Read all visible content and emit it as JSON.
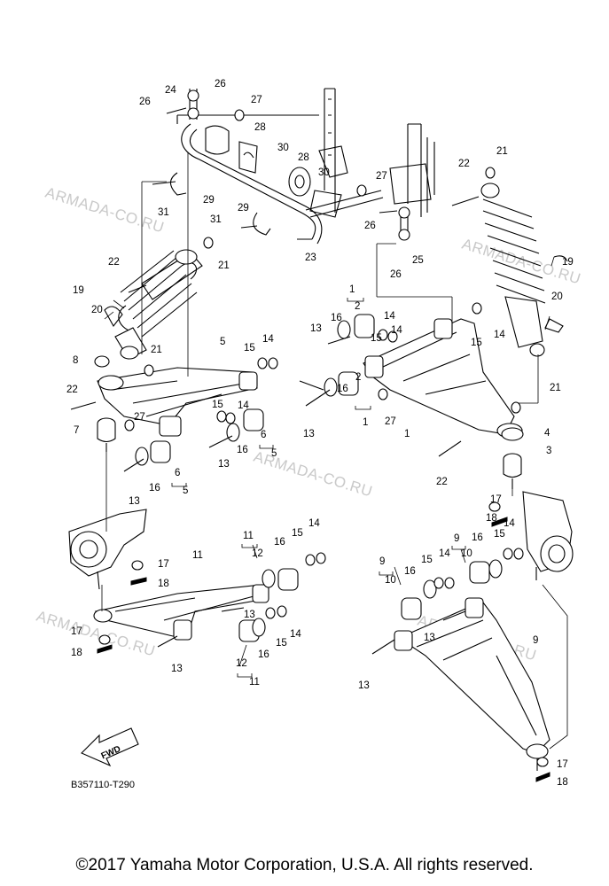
{
  "diagram": {
    "reference_code": "B357110-T290",
    "fwd_label": "FWD",
    "watermark_text": "ARMADA-CO.RU",
    "copyright": "©2017 Yamaha Motor Corporation, U.S.A. All rights reserved."
  },
  "callouts": [
    {
      "id": "c1",
      "text": "26"
    },
    {
      "id": "c2",
      "text": "24"
    },
    {
      "id": "c3",
      "text": "26"
    },
    {
      "id": "c4",
      "text": "27"
    },
    {
      "id": "c5",
      "text": "28"
    },
    {
      "id": "c6",
      "text": "30"
    },
    {
      "id": "c7",
      "text": "28"
    },
    {
      "id": "c8",
      "text": "30"
    },
    {
      "id": "c9",
      "text": "27"
    },
    {
      "id": "c10",
      "text": "29"
    },
    {
      "id": "c11",
      "text": "31"
    },
    {
      "id": "c12",
      "text": "29"
    },
    {
      "id": "c13",
      "text": "31"
    },
    {
      "id": "c14",
      "text": "26"
    },
    {
      "id": "c15",
      "text": "23"
    },
    {
      "id": "c16",
      "text": "25"
    },
    {
      "id": "c17",
      "text": "26"
    },
    {
      "id": "c18",
      "text": "21"
    },
    {
      "id": "c19",
      "text": "22"
    },
    {
      "id": "c20",
      "text": "21"
    },
    {
      "id": "c21",
      "text": "22"
    },
    {
      "id": "c22",
      "text": "19"
    },
    {
      "id": "c23",
      "text": "20"
    },
    {
      "id": "c24",
      "text": "19"
    },
    {
      "id": "c25",
      "text": "20"
    },
    {
      "id": "c26",
      "text": "1"
    },
    {
      "id": "c27",
      "text": "2"
    },
    {
      "id": "c28",
      "text": "16"
    },
    {
      "id": "c29",
      "text": "14"
    },
    {
      "id": "c30",
      "text": "13"
    },
    {
      "id": "c31",
      "text": "15"
    },
    {
      "id": "c32",
      "text": "14"
    },
    {
      "id": "c33",
      "text": "15"
    },
    {
      "id": "c34",
      "text": "14"
    },
    {
      "id": "c35",
      "text": "5"
    },
    {
      "id": "c36",
      "text": "15"
    },
    {
      "id": "c37",
      "text": "14"
    },
    {
      "id": "c38",
      "text": "8"
    },
    {
      "id": "c39",
      "text": "21"
    },
    {
      "id": "c40",
      "text": "22"
    },
    {
      "id": "c41",
      "text": "7"
    },
    {
      "id": "c42",
      "text": "27"
    },
    {
      "id": "c43",
      "text": "15"
    },
    {
      "id": "c44",
      "text": "14"
    },
    {
      "id": "c45",
      "text": "16"
    },
    {
      "id": "c46",
      "text": "6"
    },
    {
      "id": "c47",
      "text": "5"
    },
    {
      "id": "c48",
      "text": "13"
    },
    {
      "id": "c49",
      "text": "16"
    },
    {
      "id": "c50",
      "text": "6"
    },
    {
      "id": "c51",
      "text": "5"
    },
    {
      "id": "c52",
      "text": "13"
    },
    {
      "id": "c53",
      "text": "16"
    },
    {
      "id": "c54",
      "text": "13"
    },
    {
      "id": "c55",
      "text": "2"
    },
    {
      "id": "c56",
      "text": "1"
    },
    {
      "id": "c57",
      "text": "27"
    },
    {
      "id": "c58",
      "text": "1"
    },
    {
      "id": "c59",
      "text": "21"
    },
    {
      "id": "c60",
      "text": "4"
    },
    {
      "id": "c61",
      "text": "3"
    },
    {
      "id": "c62",
      "text": "22"
    },
    {
      "id": "c63",
      "text": "17"
    },
    {
      "id": "c64",
      "text": "18"
    },
    {
      "id": "c65",
      "text": "14"
    },
    {
      "id": "c66",
      "text": "9"
    },
    {
      "id": "c67",
      "text": "16"
    },
    {
      "id": "c68",
      "text": "15"
    },
    {
      "id": "c69",
      "text": "10"
    },
    {
      "id": "c70",
      "text": "9"
    },
    {
      "id": "c71",
      "text": "16"
    },
    {
      "id": "c72",
      "text": "15"
    },
    {
      "id": "c73",
      "text": "14"
    },
    {
      "id": "c74",
      "text": "10"
    },
    {
      "id": "c75",
      "text": "9"
    },
    {
      "id": "c76",
      "text": "13"
    },
    {
      "id": "c77",
      "text": "13"
    },
    {
      "id": "c78",
      "text": "17"
    },
    {
      "id": "c79",
      "text": "18"
    },
    {
      "id": "c80",
      "text": "11"
    },
    {
      "id": "c81",
      "text": "11"
    },
    {
      "id": "c82",
      "text": "12"
    },
    {
      "id": "c83",
      "text": "16"
    },
    {
      "id": "c84",
      "text": "15"
    },
    {
      "id": "c85",
      "text": "14"
    },
    {
      "id": "c86",
      "text": "17"
    },
    {
      "id": "c87",
      "text": "18"
    },
    {
      "id": "c88",
      "text": "13"
    },
    {
      "id": "c89",
      "text": "16"
    },
    {
      "id": "c90",
      "text": "15"
    },
    {
      "id": "c91",
      "text": "14"
    },
    {
      "id": "c92",
      "text": "13"
    },
    {
      "id": "c93",
      "text": "12"
    },
    {
      "id": "c94",
      "text": "11"
    },
    {
      "id": "c95",
      "text": "17"
    },
    {
      "id": "c96",
      "text": "18"
    }
  ]
}
